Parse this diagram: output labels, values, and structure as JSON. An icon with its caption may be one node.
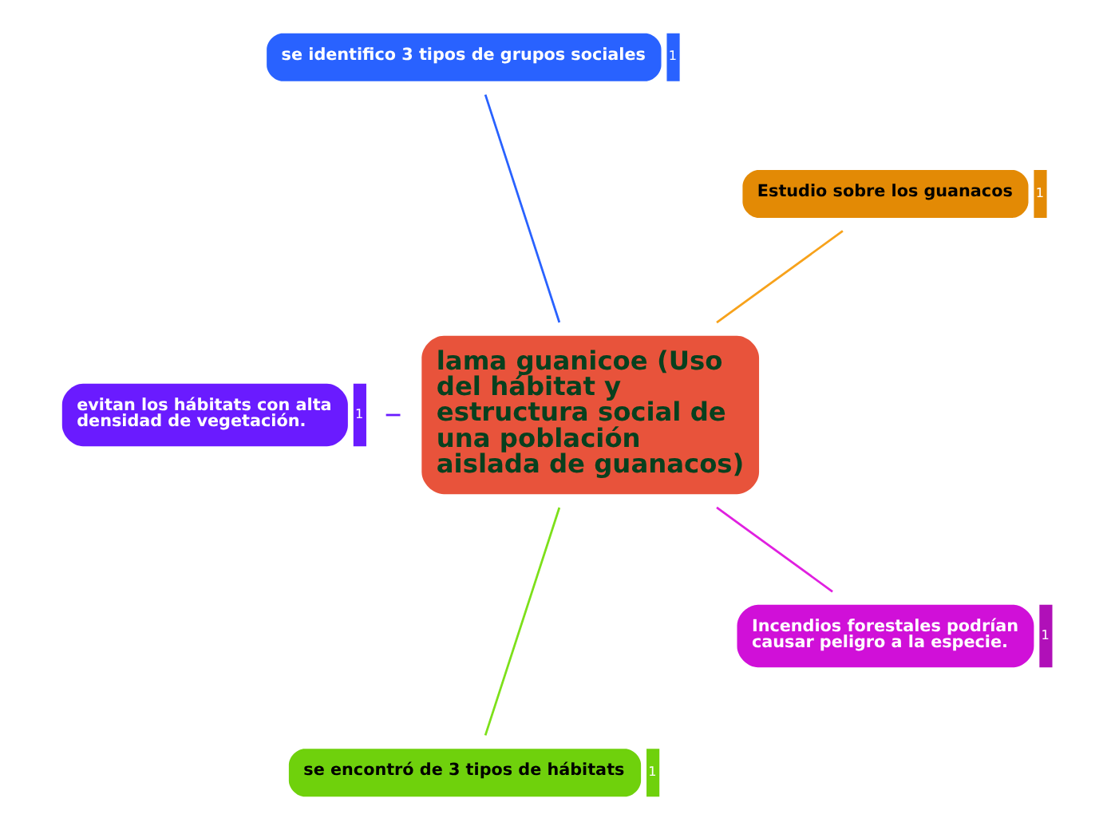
{
  "diagram": {
    "nodes": [
      {
        "text": [
          "lama guanicoe (Uso del hábitat y estructura social de una población aislada de guanacos)"
        ]
      },
      {
        "text": [
          "Estudio sobre los guanacos"
        ],
        "beside": [
          "1"
        ]
      },
      {
        "text": [
          "se identifico 3 tipos de grupos sociales"
        ],
        "beside": [
          "1"
        ]
      },
      {
        "text": [
          "evitan los hábitats con alta densidad de vegetación."
        ],
        "beside": [
          "1"
        ]
      },
      {
        "text": [
          "se encontró de 3 tipos de hábitats"
        ],
        "beside": [
          "1"
        ]
      },
      {
        "text": [
          "Incendios forestales podrían causar peligro a la especie."
        ],
        "beside": [
          "1"
        ]
      }
    ],
    "edges": [
      {
        "from": 0,
        "to": 1,
        "arrow": "none",
        "color": "#f7a21b"
      },
      {
        "from": 0,
        "to": 2,
        "arrow": "none",
        "color": "#2962ff"
      },
      {
        "from": 0,
        "to": 3,
        "arrow": "none",
        "color": "#6a1bff"
      },
      {
        "from": 0,
        "to": 4,
        "arrow": "none",
        "color": "#7de01a"
      },
      {
        "from": 0,
        "to": 5,
        "arrow": "none",
        "color": "#e020e0"
      }
    ]
  }
}
